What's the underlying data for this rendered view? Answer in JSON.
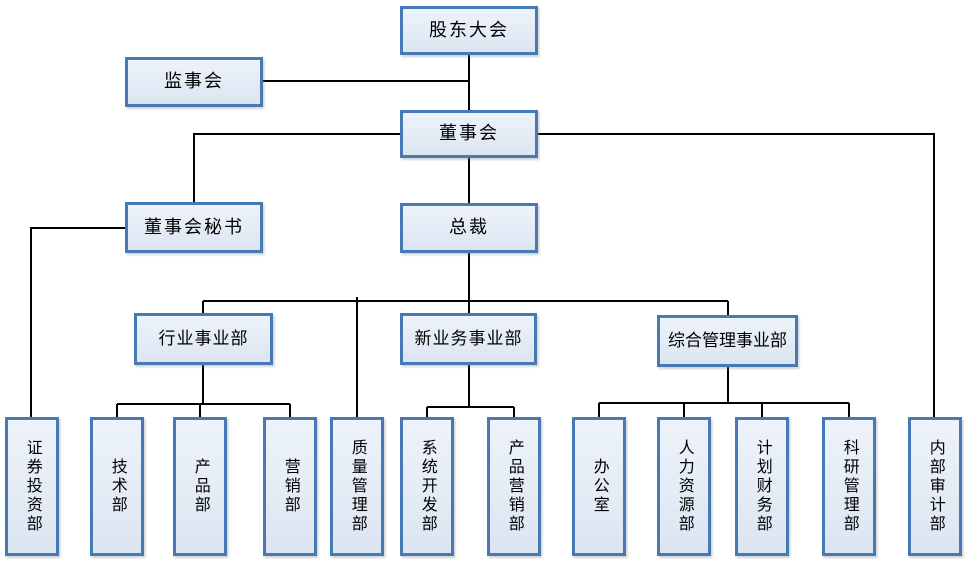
{
  "diagram": {
    "type": "org-chart",
    "language": "zh-CN",
    "colors": {
      "box_fill": "#dbe5f1",
      "box_border": "#4779b5",
      "connector": "#000000",
      "text": "#000000",
      "background": "#ffffff"
    },
    "nodes": {
      "shareholders_meeting": {
        "label": "股东大会"
      },
      "supervisory_board": {
        "label": "监事会"
      },
      "board_of_directors": {
        "label": "董事会"
      },
      "board_secretary": {
        "label": "董事会秘书"
      },
      "president": {
        "label": "总裁"
      },
      "industry_division": {
        "label": "行业事业部"
      },
      "new_business_division": {
        "label": "新业务事业部"
      },
      "general_management_division": {
        "label": "综合管理事业部"
      },
      "securities_investment_dept": {
        "label": "证券投资部"
      },
      "technology_dept": {
        "label": "技术部"
      },
      "product_dept": {
        "label": "产品部"
      },
      "marketing_dept": {
        "label": "营销部"
      },
      "quality_management_dept": {
        "label": "质量管理部"
      },
      "system_development_dept": {
        "label": "系统开发部"
      },
      "product_marketing_dept": {
        "label": "产品营销部"
      },
      "office": {
        "label": "办公室"
      },
      "human_resources_dept": {
        "label": "人力资源部"
      },
      "planning_finance_dept": {
        "label": "计划财务部"
      },
      "research_management_dept": {
        "label": "科研管理部"
      },
      "internal_audit_dept": {
        "label": "内部审计部"
      }
    },
    "edges": [
      {
        "from": "股东大会",
        "to": "监事会"
      },
      {
        "from": "股东大会",
        "to": "董事会"
      },
      {
        "from": "董事会",
        "to": "董事会秘书"
      },
      {
        "from": "董事会",
        "to": "总裁"
      },
      {
        "from": "董事会",
        "to": "内部审计部"
      },
      {
        "from": "董事会秘书",
        "to": "证券投资部"
      },
      {
        "from": "总裁",
        "to": "行业事业部"
      },
      {
        "from": "总裁",
        "to": "新业务事业部"
      },
      {
        "from": "总裁",
        "to": "综合管理事业部"
      },
      {
        "from": "总裁",
        "to": "质量管理部"
      },
      {
        "from": "行业事业部",
        "to": "技术部"
      },
      {
        "from": "行业事业部",
        "to": "产品部"
      },
      {
        "from": "行业事业部",
        "to": "营销部"
      },
      {
        "from": "新业务事业部",
        "to": "系统开发部"
      },
      {
        "from": "新业务事业部",
        "to": "产品营销部"
      },
      {
        "from": "综合管理事业部",
        "to": "办公室"
      },
      {
        "from": "综合管理事业部",
        "to": "人力资源部"
      },
      {
        "from": "综合管理事业部",
        "to": "计划财务部"
      },
      {
        "from": "综合管理事业部",
        "to": "科研管理部"
      }
    ]
  }
}
